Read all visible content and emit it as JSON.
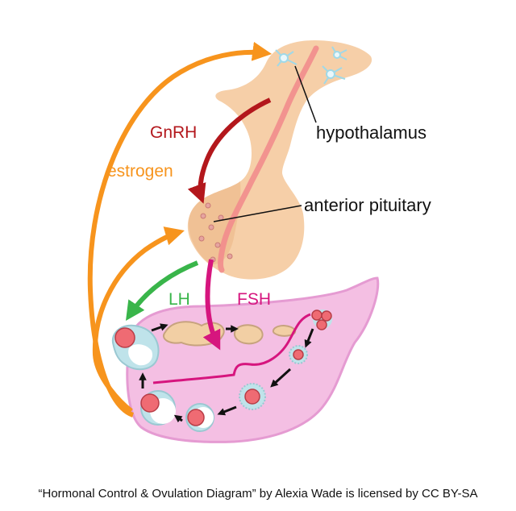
{
  "labels": {
    "hypothalamus": "hypothalamus",
    "anterior_pituitary": "anterior pituitary",
    "gnrh": "GnRH",
    "estrogen": "estrogen",
    "lh": "LH",
    "fsh": "FSH"
  },
  "credit": "“Hormonal Control & Ovulation Diagram” by Alexia Wade is licensed by CC BY-SA",
  "colors": {
    "gnrh": "#b3171c",
    "estrogen": "#f7941d",
    "lh": "#39b54a",
    "fsh": "#d6157e",
    "brain_tissue": "#f6cfa8",
    "ovary": "#f4bfe3",
    "follicle": "#ef6b73",
    "follicle_ring": "#bfe3ea"
  },
  "icons": {
    "cycle_arrows": "black-arrowhead-icon",
    "neurons": "neuron-icon"
  }
}
